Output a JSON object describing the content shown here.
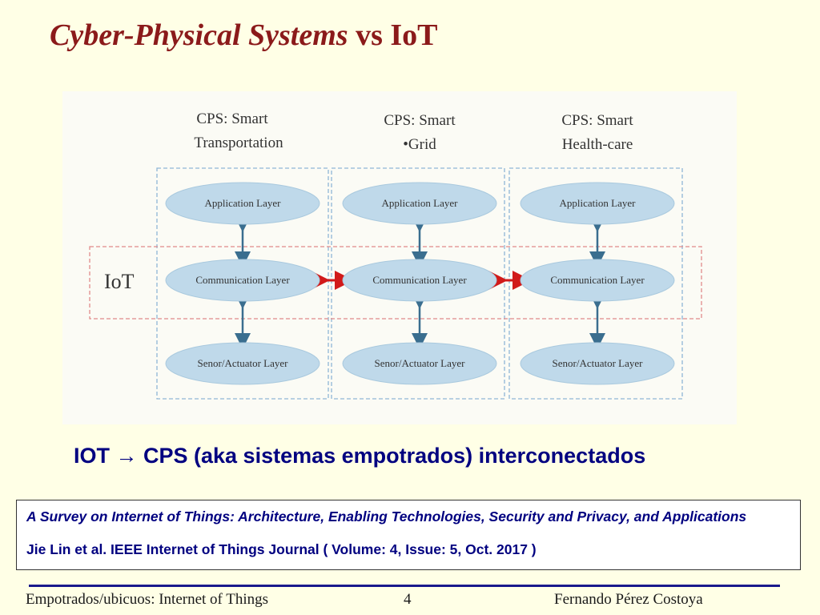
{
  "slide": {
    "title_italic": "Cyber-Physical Systems",
    "title_rest": " vs IoT",
    "main_caption": "IOT → CPS (aka sistemas empotrados) interconectados"
  },
  "figure": {
    "iot_label": "IoT",
    "columns": [
      {
        "heading_line1": "CPS: Smart",
        "heading_line2": "Transportation"
      },
      {
        "heading_line1": "CPS: Smart",
        "heading_line2": "•Grid"
      },
      {
        "heading_line1": "CPS: Smart",
        "heading_line2": "Health-care"
      }
    ],
    "layers": {
      "application": "Application Layer",
      "communication": "Communication Layer",
      "sensor": "Senor/Actuator Layer"
    }
  },
  "reference": {
    "title": "A Survey on Internet of Things: Architecture, Enabling Technologies, Security and Privacy, and Applications",
    "authors": "Jie Lin et al. IEEE Internet of Things Journal ( Volume: 4, Issue: 5, Oct. 2017 )"
  },
  "footer": {
    "left": "Empotrados/ubicuos: Internet of Things",
    "page": "4",
    "right": "Fernando Pérez Costoya"
  },
  "colors": {
    "title": "#8B1A1A",
    "body_text": "#000080",
    "background": "#FFFFE6",
    "ellipse_fill": "#BFD9EA",
    "arrow_red": "#D11A1A",
    "dashed_blue": "#8FB6D6",
    "dashed_red": "#E08A8A"
  }
}
